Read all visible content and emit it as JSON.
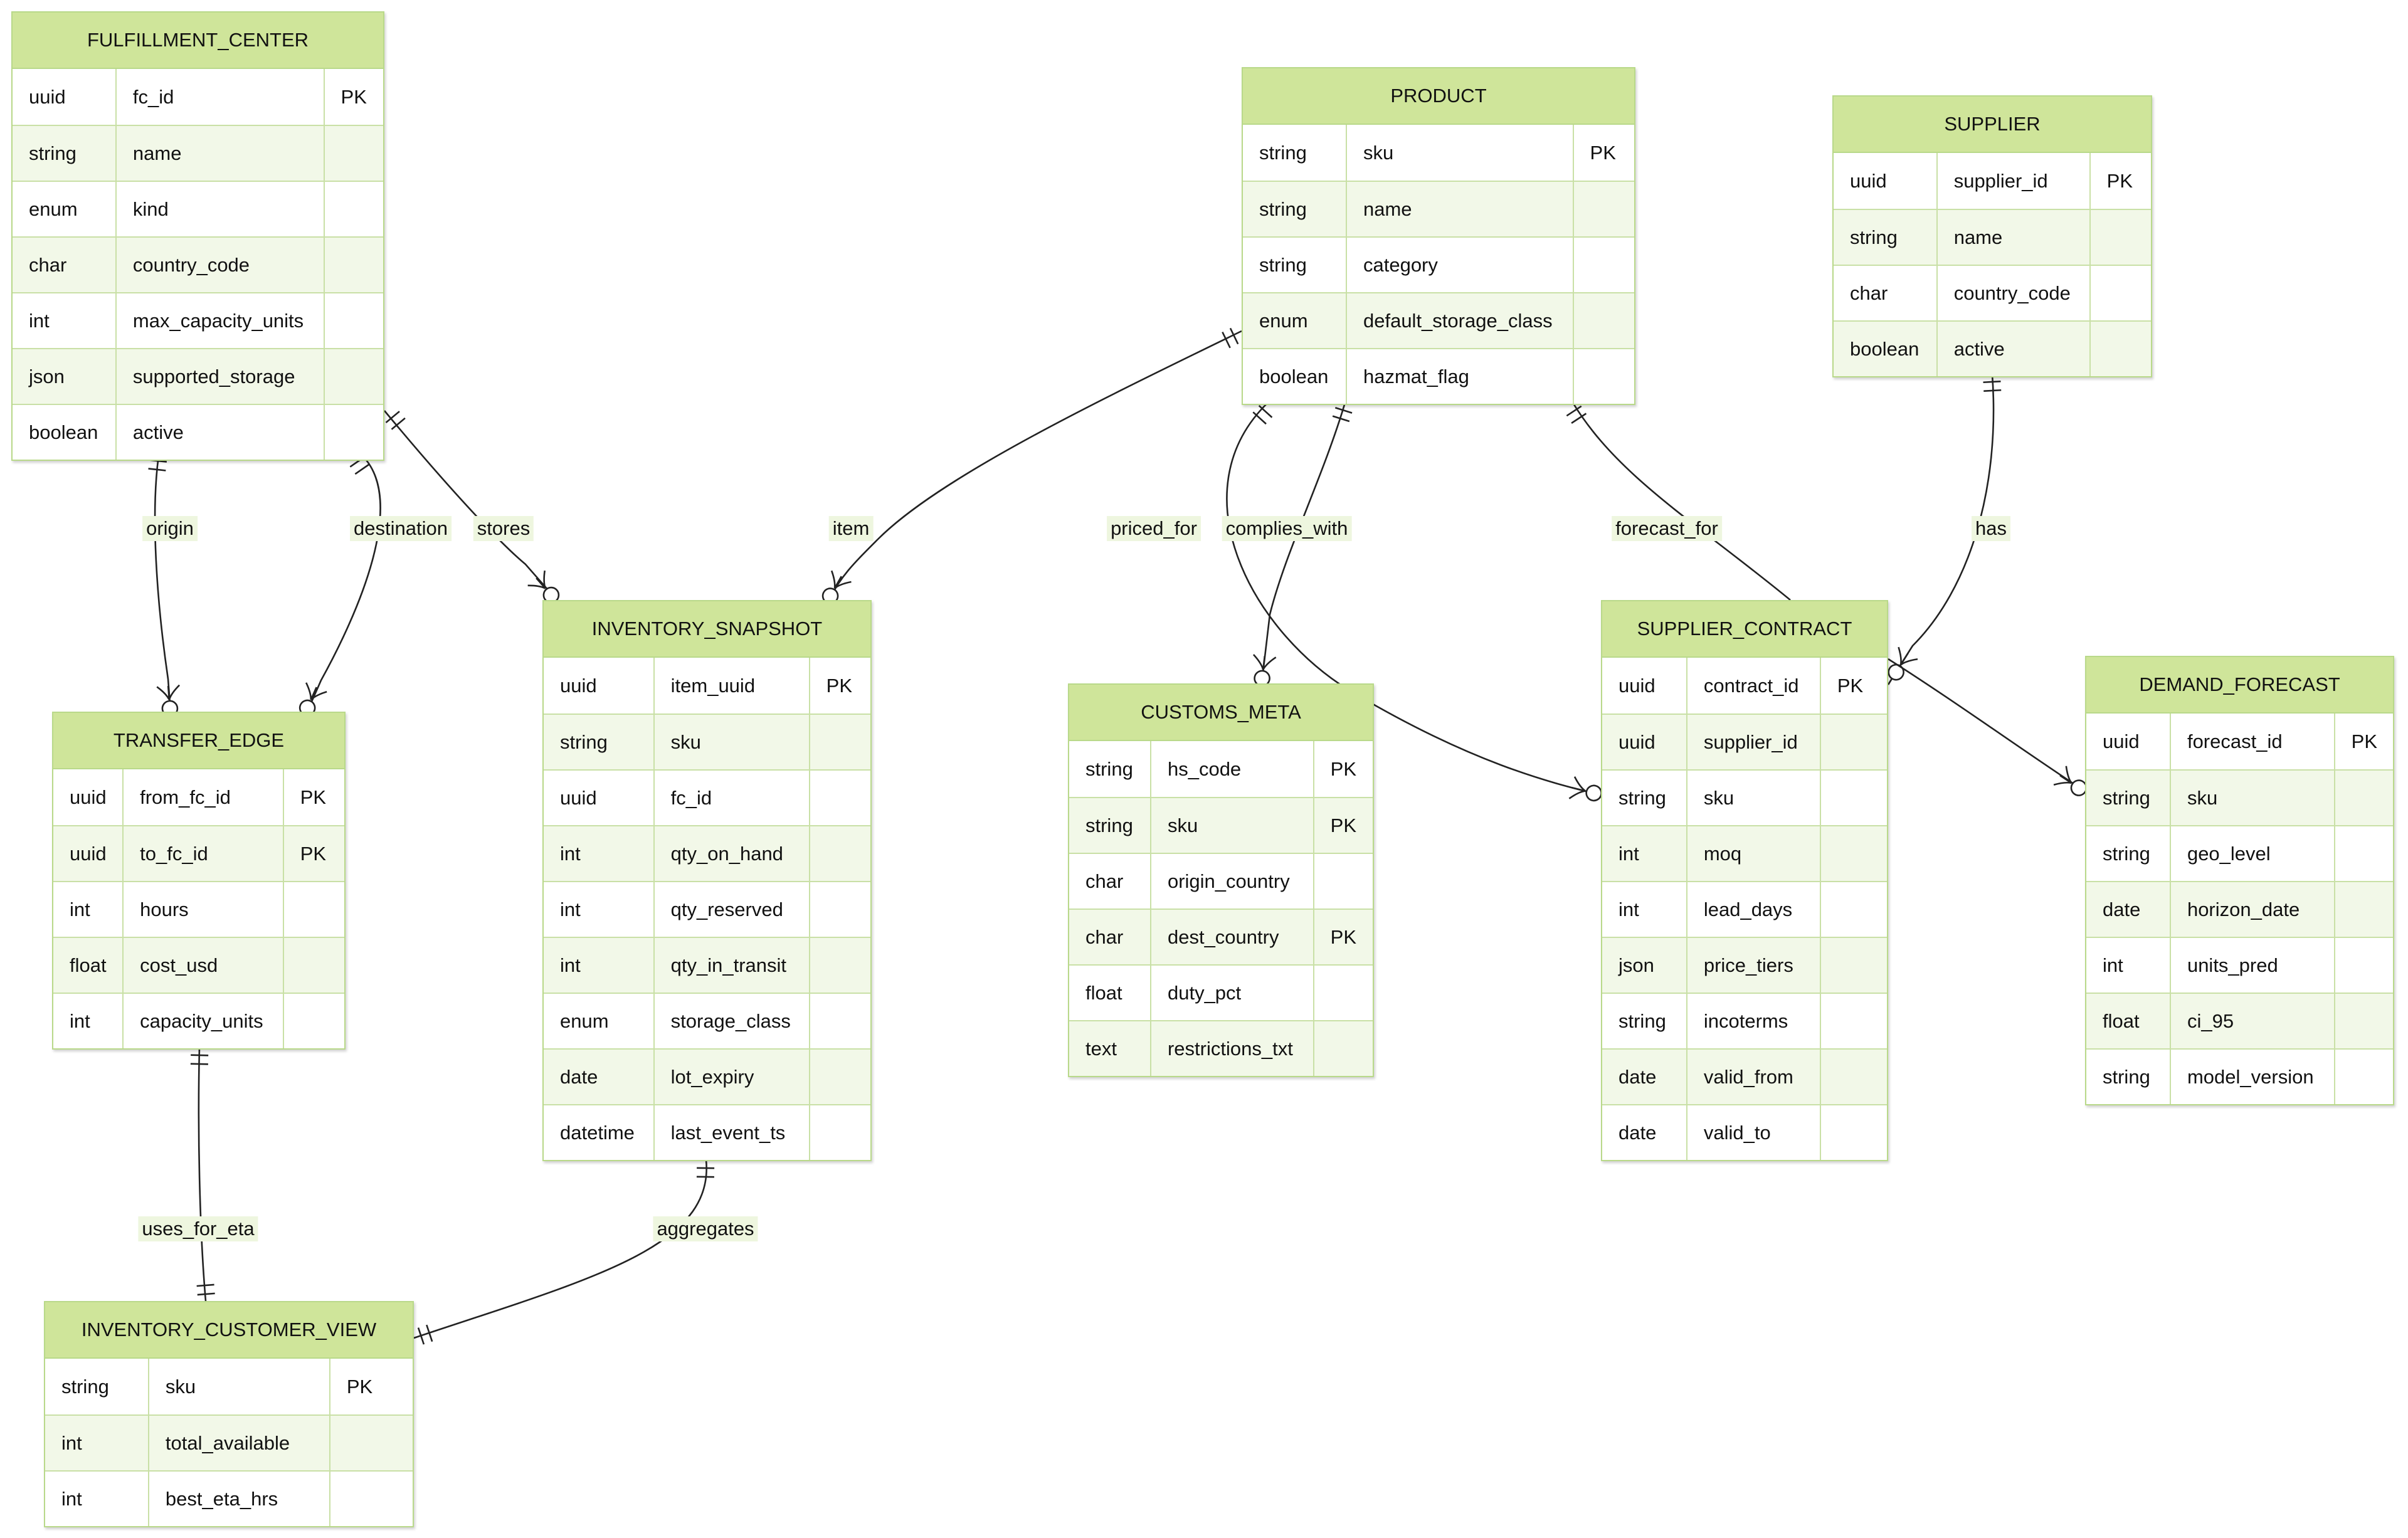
{
  "entities": {
    "fulfillment_center": {
      "title": "FULFILLMENT_CENTER",
      "attrs": [
        {
          "type": "uuid",
          "name": "fc_id",
          "key": "PK"
        },
        {
          "type": "string",
          "name": "name",
          "key": ""
        },
        {
          "type": "enum",
          "name": "kind",
          "key": ""
        },
        {
          "type": "char",
          "name": "country_code",
          "key": ""
        },
        {
          "type": "int",
          "name": "max_capacity_units",
          "key": ""
        },
        {
          "type": "json",
          "name": "supported_storage",
          "key": ""
        },
        {
          "type": "boolean",
          "name": "active",
          "key": ""
        }
      ]
    },
    "product": {
      "title": "PRODUCT",
      "attrs": [
        {
          "type": "string",
          "name": "sku",
          "key": "PK"
        },
        {
          "type": "string",
          "name": "name",
          "key": ""
        },
        {
          "type": "string",
          "name": "category",
          "key": ""
        },
        {
          "type": "enum",
          "name": "default_storage_class",
          "key": ""
        },
        {
          "type": "boolean",
          "name": "hazmat_flag",
          "key": ""
        }
      ]
    },
    "supplier": {
      "title": "SUPPLIER",
      "attrs": [
        {
          "type": "uuid",
          "name": "supplier_id",
          "key": "PK"
        },
        {
          "type": "string",
          "name": "name",
          "key": ""
        },
        {
          "type": "char",
          "name": "country_code",
          "key": ""
        },
        {
          "type": "boolean",
          "name": "active",
          "key": ""
        }
      ]
    },
    "inventory_snapshot": {
      "title": "INVENTORY_SNAPSHOT",
      "attrs": [
        {
          "type": "uuid",
          "name": "item_uuid",
          "key": "PK"
        },
        {
          "type": "string",
          "name": "sku",
          "key": ""
        },
        {
          "type": "uuid",
          "name": "fc_id",
          "key": ""
        },
        {
          "type": "int",
          "name": "qty_on_hand",
          "key": ""
        },
        {
          "type": "int",
          "name": "qty_reserved",
          "key": ""
        },
        {
          "type": "int",
          "name": "qty_in_transit",
          "key": ""
        },
        {
          "type": "enum",
          "name": "storage_class",
          "key": ""
        },
        {
          "type": "date",
          "name": "lot_expiry",
          "key": ""
        },
        {
          "type": "datetime",
          "name": "last_event_ts",
          "key": ""
        }
      ]
    },
    "transfer_edge": {
      "title": "TRANSFER_EDGE",
      "attrs": [
        {
          "type": "uuid",
          "name": "from_fc_id",
          "key": "PK"
        },
        {
          "type": "uuid",
          "name": "to_fc_id",
          "key": "PK"
        },
        {
          "type": "int",
          "name": "hours",
          "key": ""
        },
        {
          "type": "float",
          "name": "cost_usd",
          "key": ""
        },
        {
          "type": "int",
          "name": "capacity_units",
          "key": ""
        }
      ]
    },
    "customs_meta": {
      "title": "CUSTOMS_META",
      "attrs": [
        {
          "type": "string",
          "name": "hs_code",
          "key": "PK"
        },
        {
          "type": "string",
          "name": "sku",
          "key": "PK"
        },
        {
          "type": "char",
          "name": "origin_country",
          "key": ""
        },
        {
          "type": "char",
          "name": "dest_country",
          "key": "PK"
        },
        {
          "type": "float",
          "name": "duty_pct",
          "key": ""
        },
        {
          "type": "text",
          "name": "restrictions_txt",
          "key": ""
        }
      ]
    },
    "supplier_contract": {
      "title": "SUPPLIER_CONTRACT",
      "attrs": [
        {
          "type": "uuid",
          "name": "contract_id",
          "key": "PK"
        },
        {
          "type": "uuid",
          "name": "supplier_id",
          "key": ""
        },
        {
          "type": "string",
          "name": "sku",
          "key": ""
        },
        {
          "type": "int",
          "name": "moq",
          "key": ""
        },
        {
          "type": "int",
          "name": "lead_days",
          "key": ""
        },
        {
          "type": "json",
          "name": "price_tiers",
          "key": ""
        },
        {
          "type": "string",
          "name": "incoterms",
          "key": ""
        },
        {
          "type": "date",
          "name": "valid_from",
          "key": ""
        },
        {
          "type": "date",
          "name": "valid_to",
          "key": ""
        }
      ]
    },
    "demand_forecast": {
      "title": "DEMAND_FORECAST",
      "attrs": [
        {
          "type": "uuid",
          "name": "forecast_id",
          "key": "PK"
        },
        {
          "type": "string",
          "name": "sku",
          "key": ""
        },
        {
          "type": "string",
          "name": "geo_level",
          "key": ""
        },
        {
          "type": "date",
          "name": "horizon_date",
          "key": ""
        },
        {
          "type": "int",
          "name": "units_pred",
          "key": ""
        },
        {
          "type": "float",
          "name": "ci_95",
          "key": ""
        },
        {
          "type": "string",
          "name": "model_version",
          "key": ""
        }
      ]
    },
    "inventory_customer_view": {
      "title": "INVENTORY_CUSTOMER_VIEW",
      "attrs": [
        {
          "type": "string",
          "name": "sku",
          "key": "PK"
        },
        {
          "type": "int",
          "name": "total_available",
          "key": ""
        },
        {
          "type": "int",
          "name": "best_eta_hrs",
          "key": ""
        }
      ]
    }
  },
  "relationships": [
    {
      "label": "origin",
      "from": "fulfillment_center",
      "to": "transfer_edge",
      "from_card": "exactly-one",
      "to_card": "zero-or-many"
    },
    {
      "label": "destination",
      "from": "fulfillment_center",
      "to": "transfer_edge",
      "from_card": "exactly-one",
      "to_card": "zero-or-many"
    },
    {
      "label": "stores",
      "from": "fulfillment_center",
      "to": "inventory_snapshot",
      "from_card": "exactly-one",
      "to_card": "zero-or-many"
    },
    {
      "label": "item",
      "from": "product",
      "to": "inventory_snapshot",
      "from_card": "exactly-one",
      "to_card": "zero-or-many"
    },
    {
      "label": "priced_for",
      "from": "product",
      "to": "supplier_contract",
      "from_card": "exactly-one",
      "to_card": "zero-or-many"
    },
    {
      "label": "complies_with",
      "from": "product",
      "to": "customs_meta",
      "from_card": "exactly-one",
      "to_card": "zero-or-many"
    },
    {
      "label": "forecast_for",
      "from": "product",
      "to": "demand_forecast",
      "from_card": "exactly-one",
      "to_card": "zero-or-many"
    },
    {
      "label": "has",
      "from": "supplier",
      "to": "supplier_contract",
      "from_card": "exactly-one",
      "to_card": "zero-or-many"
    },
    {
      "label": "uses_for_eta",
      "from": "transfer_edge",
      "to": "inventory_customer_view",
      "from_card": "exactly-one",
      "to_card": "exactly-one"
    },
    {
      "label": "aggregates",
      "from": "inventory_snapshot",
      "to": "inventory_customer_view",
      "from_card": "exactly-one",
      "to_card": "exactly-one"
    }
  ]
}
